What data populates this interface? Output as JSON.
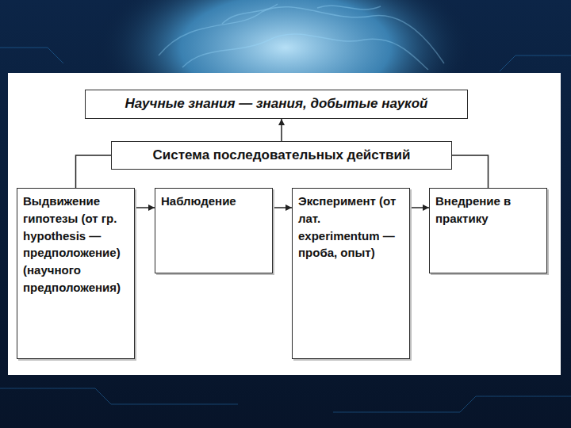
{
  "diagram": {
    "nodes": [
      {
        "text": [
          "Научные знания — знания, добытые наукой"
        ]
      },
      {
        "text": [
          "Система последовательных действий"
        ]
      },
      {
        "text": [
          "Выдвижение гипотезы (от гр. hypothesis — предположение) (научного предположения)"
        ]
      },
      {
        "text": [
          "Наблюдение"
        ]
      },
      {
        "text": [
          "Эксперимент (от лат. experimentum — проба, опыт)"
        ]
      },
      {
        "text": [
          "Внедрение в практику"
        ]
      }
    ],
    "edges": [
      {
        "from": 1,
        "to": 0,
        "arrow": "to"
      },
      {
        "from": 1,
        "to": 2,
        "arrow": "none"
      },
      {
        "from": 1,
        "to": 5,
        "arrow": "none"
      },
      {
        "from": 2,
        "to": 3,
        "arrow": "to"
      },
      {
        "from": 3,
        "to": 4,
        "arrow": "to"
      },
      {
        "from": 4,
        "to": 5,
        "arrow": "to"
      }
    ]
  }
}
